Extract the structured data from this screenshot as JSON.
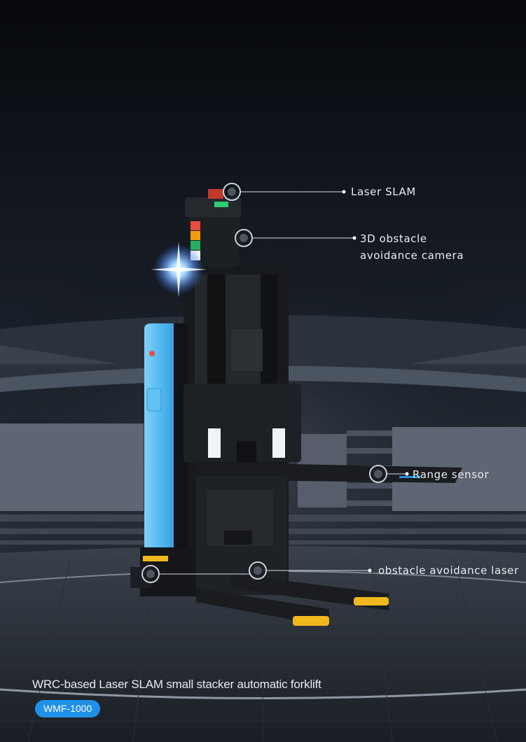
{
  "callouts": {
    "laser_slam": "Laser SLAM",
    "obstacle_camera": "3D obstacle\navoidance camera",
    "range_sensor": "Range sensor",
    "avoidance_laser": "obstacle avoidance laser"
  },
  "caption": "WRC-based Laser SLAM small stacker automatic forklift",
  "model": "WMF-1000",
  "colors": {
    "accent": "#1f8fe8",
    "body_blue": "#4fb6ee",
    "background": "#0a0d12"
  }
}
